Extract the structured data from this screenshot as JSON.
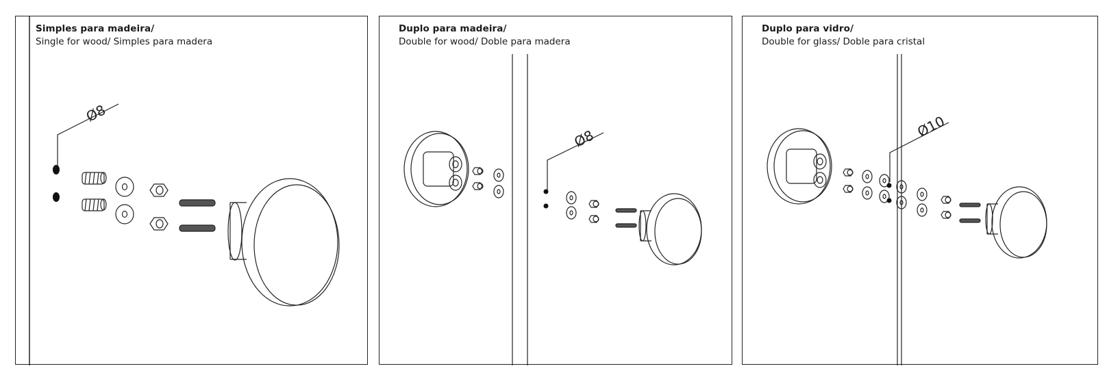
{
  "panels": [
    {
      "title": "Simples para madeira/",
      "subtitle": "Single for wood/ Simples para madera",
      "diameter_label": "Ø8"
    },
    {
      "title": "Duplo para madeira/",
      "subtitle": "Double for wood/ Doble para madera",
      "diameter_label": "Ø8"
    },
    {
      "title": "Duplo para vidro/",
      "subtitle": "Double for glass/ Doble para cristal",
      "diameter_label": "Ø10"
    }
  ],
  "colors": {
    "line": "#222222",
    "background": "#ffffff"
  }
}
